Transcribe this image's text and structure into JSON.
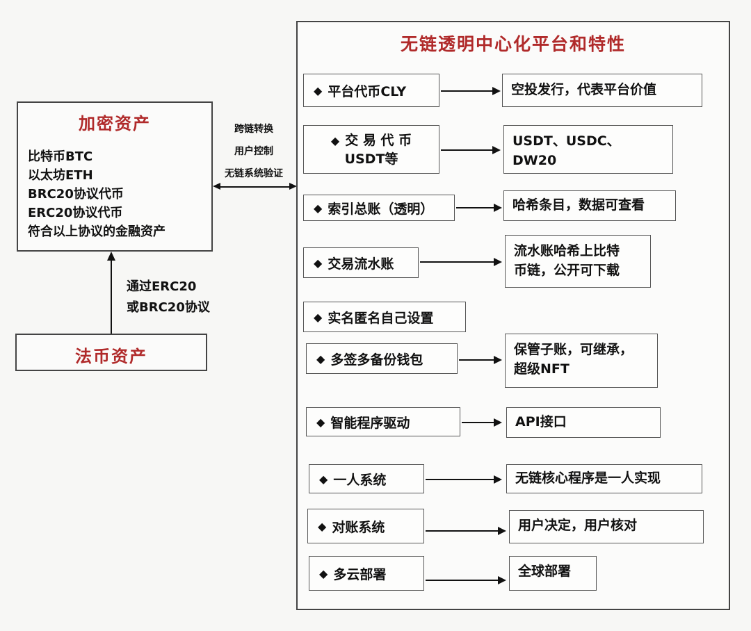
{
  "right_panel": {
    "title": "无链透明中心化平台和特性"
  },
  "crypto_assets": {
    "title": "加密资产",
    "items": [
      "比特币BTC",
      "以太坊ETH",
      "BRC20协议代币",
      "ERC20协议代币",
      "符合以上协议的金融资产"
    ]
  },
  "fiat_assets": {
    "title": "法币资产"
  },
  "bridge": {
    "lines": [
      "跨链转换",
      "用户控制",
      "无链系统验证"
    ]
  },
  "up_link": {
    "lines": [
      "通过ERC20",
      "或BRC20协议"
    ]
  },
  "rows": [
    {
      "left": "平台代币CLY",
      "right_lines": [
        "空投发行，代表平台价值"
      ]
    },
    {
      "left_lines": [
        "交 易 代 币",
        "USDT等"
      ],
      "right_lines": [
        "USDT、USDC、",
        "DW20"
      ]
    },
    {
      "left": "索引总账（透明）",
      "right_lines": [
        "哈希条目，数据可查看"
      ]
    },
    {
      "left": "交易流水账",
      "right_lines": [
        "流水账哈希上比特",
        "币链，公开可下载"
      ]
    },
    {
      "left": "实名匿名自己设置"
    },
    {
      "left": "多签多备份钱包",
      "right_lines": [
        "保管子账，可继承，",
        "超级NFT"
      ]
    },
    {
      "left": "智能程序驱动",
      "right_lines": [
        "API接口"
      ]
    },
    {
      "left": "一人系统",
      "right_lines": [
        "无链核心程序是一人实现"
      ]
    },
    {
      "left": "对账系统",
      "right_lines": [
        "用户决定，用户核对"
      ]
    },
    {
      "left": "多云部署",
      "right_lines": [
        "全球部署"
      ]
    }
  ],
  "diamond_glyph": "◆"
}
